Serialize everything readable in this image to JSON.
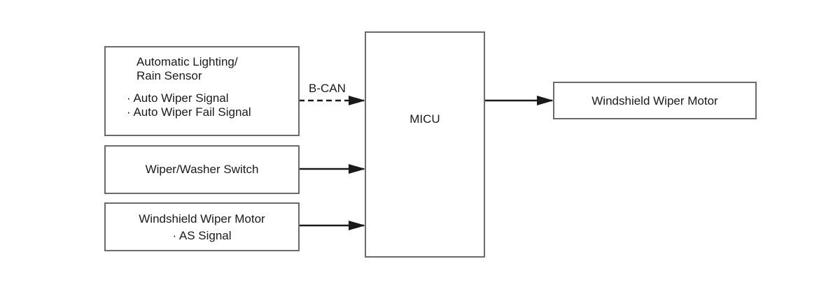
{
  "diagram": {
    "rain_sensor": {
      "title_line1": "Automatic Lighting/",
      "title_line2": "Rain Sensor",
      "signals": [
        "· Auto Wiper Signal",
        "· Auto Wiper Fail Signal"
      ]
    },
    "wiper_switch": {
      "label": "Wiper/Washer Switch"
    },
    "wiper_motor_input": {
      "title": "Windshield Wiper Motor",
      "signal": "· AS Signal"
    },
    "bus_label": "B-CAN",
    "micu": {
      "label": "MICU"
    },
    "wiper_motor_output": {
      "label": "Windshield Wiper Motor"
    }
  }
}
